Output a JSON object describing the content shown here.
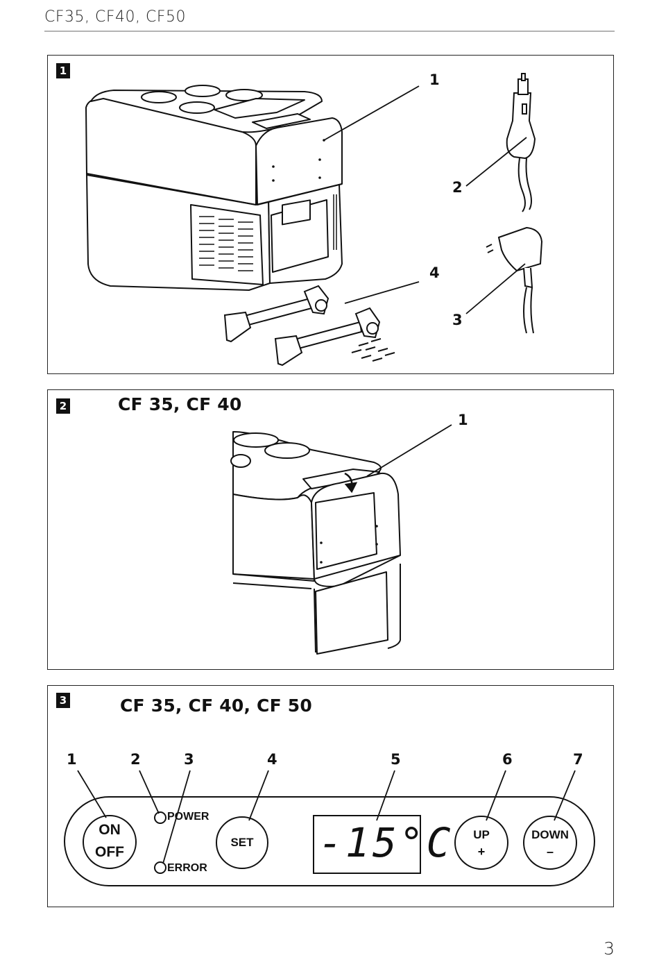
{
  "header": {
    "title": "CF35, CF40, CF50"
  },
  "page_number": "3",
  "figure1": {
    "number": "1",
    "callouts": {
      "c1": "1",
      "c2": "2",
      "c3": "3",
      "c4": "4"
    }
  },
  "figure2": {
    "number": "2",
    "title": "CF 35, CF 40",
    "callouts": {
      "c1": "1"
    }
  },
  "figure3": {
    "number": "3",
    "title": "CF 35, CF 40, CF 50",
    "callouts": {
      "c1": "1",
      "c2": "2",
      "c3": "3",
      "c4": "4",
      "c5": "5",
      "c6": "6",
      "c7": "7"
    },
    "panel": {
      "on_label": "ON",
      "off_label": "OFF",
      "power_label": "POWER",
      "error_label": "ERROR",
      "set_label": "SET",
      "display_value": "-15°C",
      "up_label": "UP",
      "up_symbol": "+",
      "down_label": "DOWN",
      "down_symbol": "–"
    }
  }
}
